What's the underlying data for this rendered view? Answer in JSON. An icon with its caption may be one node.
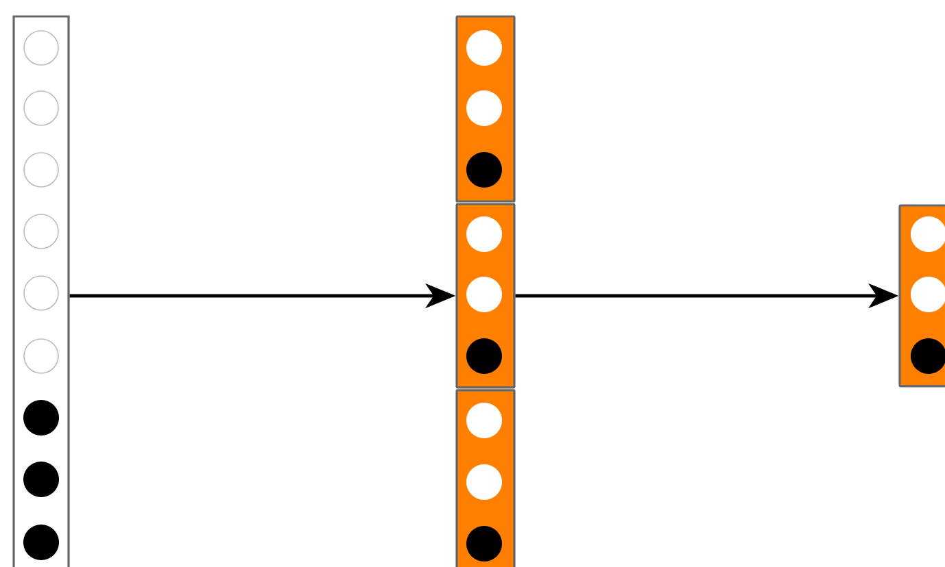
{
  "diagram": {
    "nodes": [
      {
        "text": [],
        "shape": "bar"
      },
      {
        "text": [],
        "shape": "box"
      },
      {
        "text": [],
        "shape": "box"
      },
      {
        "text": [],
        "shape": "box"
      },
      {
        "text": [],
        "shape": "box"
      }
    ],
    "edges": [
      {
        "from": 0,
        "to": 2,
        "arrow": "to"
      },
      {
        "from": 2,
        "to": 4,
        "arrow": "to"
      }
    ]
  }
}
